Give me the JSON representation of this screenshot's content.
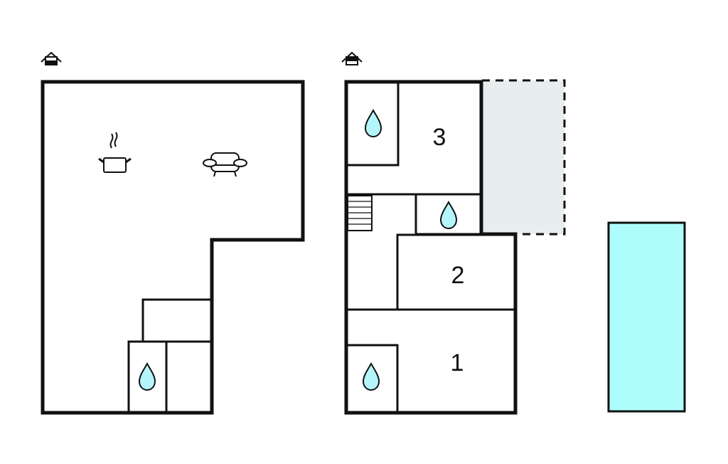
{
  "floor_plan": {
    "colors": {
      "wall": "#111111",
      "water_fill": "#b3f5fb",
      "pool_fill": "#aefdfd",
      "terrace_fill": "#e8eeee",
      "background": "#ffffff"
    },
    "floors": [
      {
        "id": "ground-floor",
        "floor_icon": "house-ground-floor-icon",
        "rooms": [
          {
            "type": "kitchen",
            "icon": "cooking-pot-icon"
          },
          {
            "type": "living-room",
            "icon": "sofa-icon"
          },
          {
            "type": "bathroom",
            "icon": "water-drop-icon"
          },
          {
            "type": "storage"
          },
          {
            "type": "hallway"
          }
        ]
      },
      {
        "id": "upper-floor",
        "floor_icon": "house-upper-floor-icon",
        "rooms": [
          {
            "type": "bedroom",
            "label": "3"
          },
          {
            "type": "bedroom",
            "label": "2"
          },
          {
            "type": "bedroom",
            "label": "1"
          },
          {
            "type": "bathroom",
            "icon": "water-drop-icon"
          },
          {
            "type": "bathroom",
            "icon": "water-drop-icon"
          },
          {
            "type": "bathroom",
            "icon": "water-drop-icon"
          },
          {
            "type": "staircase",
            "icon": "stairs-icon"
          },
          {
            "type": "terrace"
          }
        ]
      }
    ],
    "pool": {
      "type": "swimming-pool"
    },
    "labels": {
      "bedroom_1": "1",
      "bedroom_2": "2",
      "bedroom_3": "3"
    }
  }
}
